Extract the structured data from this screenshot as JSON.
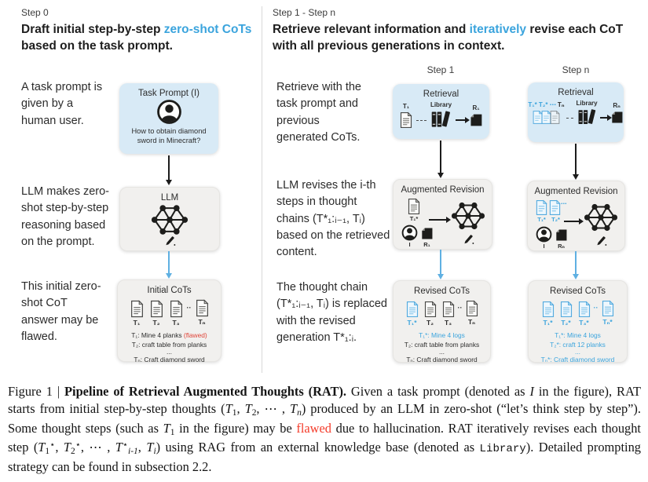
{
  "colors": {
    "accent_blue": "#3ba4dd",
    "arrow_blue": "#5fb0e2",
    "box_blue": "#d8eaf6",
    "box_gray": "#f1f0ee",
    "flawed_red_figure": "#e04438",
    "flawed_red_caption": "#f43b2a"
  },
  "left": {
    "step_label": "Step 0",
    "heading_pre": "Draft initial step-by-step ",
    "heading_blue": "zero-shot CoTs",
    "heading_post": " based on the task prompt.",
    "texts": [
      "A task prompt is given by a human user.",
      "LLM makes zero-shot step-by-step reasoning based on the prompt.",
      "This initial zero-shot CoT answer may be flawed."
    ],
    "task": {
      "title": "Task Prompt (I)",
      "question": "How to obtain diamond sword in Minecraft?"
    },
    "llm": {
      "title": "LLM"
    },
    "initial": {
      "title": "Initial CoTs",
      "doc_labels": [
        "T₁",
        "T₂",
        "T₃",
        "Tₙ"
      ],
      "dots": "··",
      "line1_pre": "T₁: Mine 4 planks ",
      "line1_flaw": "(flawed)",
      "line2": "T₂: craft table from planks",
      "line3": "...",
      "line4": "Tₙ: Craft diamond sword"
    }
  },
  "right": {
    "step_label": "Step 1 - Step n",
    "heading_pre": "Retrieve relevant information and ",
    "heading_blue": "iteratively",
    "heading_post": " revise each CoT with all previous generations in context.",
    "texts": [
      "Retrieve with the task prompt and previous generated CoTs.",
      "LLM revises the i-th steps in thought chains (T*₁:ᵢ₋₁, Tᵢ) based on the retrieved content.",
      "The thought chain (T*₁:ᵢ₋₁, Tᵢ) is replaced with the revised generation T*₁:ᵢ."
    ],
    "col1": {
      "header": "Step 1",
      "retrieval": {
        "title": "Retrieval",
        "input_label": "T₁",
        "library_label": "Library",
        "result_label": "R₁"
      },
      "revision": {
        "title": "Augmented Revision",
        "doc_label": "T₁*",
        "person_label": "I",
        "result_label": "R₁"
      },
      "revised": {
        "title": "Revised CoTs",
        "doc_labels": [
          "T₁*",
          "T₂",
          "T₃",
          "Tₙ"
        ],
        "dots": "··",
        "lines": [
          "T₁*: Mine 4 logs",
          "T₂: craft table from planks",
          "...",
          "Tₙ: Craft diamond sword"
        ]
      }
    },
    "coln": {
      "header": "Step n",
      "retrieval": {
        "title": "Retrieval",
        "input_label_blue": "T₁* T₂* ⋯",
        "input_label_dark": " Tₙ",
        "library_label": "Library",
        "result_label": "Rₙ"
      },
      "revision": {
        "title": "Augmented Revision",
        "doc_labels": [
          "T₁*",
          "T₂*"
        ],
        "dots": "⋯",
        "person_label": "I",
        "result_label": "Rₙ"
      },
      "revised": {
        "title": "Revised CoTs",
        "doc_labels": [
          "T₁*",
          "T₂*",
          "T₃*",
          "Tₙ*"
        ],
        "dots": "··",
        "lines": [
          "T₁*: Mine 4 logs",
          "T₂*: craft 12 planks",
          "...",
          "Tₙ*: Craft diamond sword"
        ]
      }
    }
  },
  "caption": {
    "segments": [
      {
        "cls": "n",
        "text": "Figure 1 | "
      },
      {
        "cls": "b",
        "text": "Pipeline of Retrieval Augmented Thoughts (RAT)."
      },
      {
        "cls": "n",
        "text": " Given a task prompt (denoted as "
      },
      {
        "cls": "i",
        "text": "I"
      },
      {
        "cls": "n",
        "text": " in the figure), RAT starts from initial step-by-step thoughts ("
      },
      {
        "cls": "i",
        "text": "T"
      },
      {
        "cls": "sub",
        "text": "1"
      },
      {
        "cls": "n",
        "text": ", "
      },
      {
        "cls": "i",
        "text": "T"
      },
      {
        "cls": "sub",
        "text": "2"
      },
      {
        "cls": "n",
        "text": ", ⋯ , "
      },
      {
        "cls": "i",
        "text": "T"
      },
      {
        "cls": "subi",
        "text": "n"
      },
      {
        "cls": "n",
        "text": ") produced by an LLM in zero-shot (“let’s think step by step”). Some thought steps (such as "
      },
      {
        "cls": "i",
        "text": "T"
      },
      {
        "cls": "sub",
        "text": "1"
      },
      {
        "cls": "n",
        "text": " in the figure) may be "
      },
      {
        "cls": "red",
        "text": "flawed"
      },
      {
        "cls": "n",
        "text": " due to hallucination. RAT iteratively revises each thought step ("
      },
      {
        "cls": "i",
        "text": "T"
      },
      {
        "cls": "sub",
        "text": "1"
      },
      {
        "cls": "sup",
        "text": "⋆"
      },
      {
        "cls": "n",
        "text": ", "
      },
      {
        "cls": "i",
        "text": "T"
      },
      {
        "cls": "sub",
        "text": "2"
      },
      {
        "cls": "sup",
        "text": "⋆"
      },
      {
        "cls": "n",
        "text": ", ⋯ , "
      },
      {
        "cls": "i",
        "text": "T"
      },
      {
        "cls": "sup",
        "text": "⋆"
      },
      {
        "cls": "subi",
        "text": "i-1"
      },
      {
        "cls": "n",
        "text": ", "
      },
      {
        "cls": "i",
        "text": "T"
      },
      {
        "cls": "subi",
        "text": "i"
      },
      {
        "cls": "n",
        "text": ") using RAG from an external knowledge base (denoted as "
      },
      {
        "cls": "mono",
        "text": "Library"
      },
      {
        "cls": "n",
        "text": "). Detailed prompting strategy can be found in subsection 2.2."
      }
    ]
  }
}
